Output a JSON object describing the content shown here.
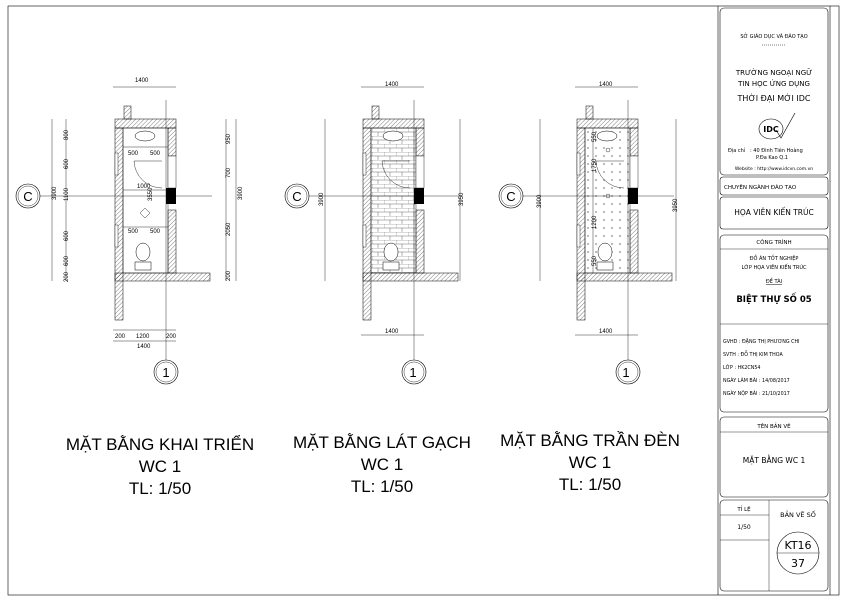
{
  "plans": [
    {
      "title": "MẶT BẰNG KHAI TRIỂN",
      "subtitle": "WC 1",
      "scale": "TL: 1/50",
      "grid_row": "C",
      "grid_col": "1",
      "dims": {
        "top": "1400",
        "left_total": "3900",
        "left": [
          "800",
          "600",
          "1100",
          "600",
          "600",
          "200"
        ],
        "right_total": "3900",
        "right": [
          "950",
          "700",
          "2050",
          "200"
        ],
        "inner": [
          "500",
          "500",
          "1000",
          "3550",
          "500",
          "500"
        ],
        "bottom": [
          "200",
          "1200",
          "200"
        ],
        "bottom_total": "1400"
      }
    },
    {
      "title": "MẶT BẰNG LÁT GẠCH",
      "subtitle": "WC 1",
      "scale": "TL: 1/50",
      "grid_row": "C",
      "grid_col": "1",
      "dims": {
        "top": "1400",
        "left_total": "3900",
        "right_total": "3950",
        "bottom_total": "1400"
      }
    },
    {
      "title": "MẶT BẰNG TRẦN ĐÈN",
      "subtitle": "WC 1",
      "scale": "TL: 1/50",
      "grid_row": "C",
      "grid_col": "1",
      "dims": {
        "top": "1400",
        "left_total": "3900",
        "right_total": "3950",
        "inner": [
          "550",
          "1750",
          "1200",
          "550"
        ],
        "bottom_total": "1400"
      }
    }
  ],
  "title_block": {
    "department": "SỞ GIÁO DỤC VÀ ĐÀO TẠO",
    "school_line1": "TRƯỜNG NGOẠI NGỮ",
    "school_line2": "TIN HỌC ỨNG DỤNG",
    "school_name": "THỜI ĐẠI MỚI IDC",
    "logo_text": "IDC",
    "address_label": "Địa chỉ",
    "address_line1": ": 40 Đinh Tiên Hoàng",
    "address_line2": "P.Đa Kao    Q.1",
    "website": "Website : http://www.idcvn.com.vn",
    "major_label": "CHUYÊN NGÀNH ĐÀO TẠO",
    "major": "HỌA VIÊN KIẾN TRÚC",
    "project_label": "CÔNG TRÌNH",
    "project_line1": "ĐỒ ÁN TỐT NGHIỆP",
    "project_line2": "LỚP HỌA VIÊN KIẾN TRÚC",
    "topic_label": "ĐỀ TÀI",
    "topic": "BIỆT THỰ SỐ 05",
    "info": [
      "GVHD  : ĐẶNG THỊ PHƯƠNG CHI",
      "SVTH   : ĐỖ THỊ KIM THOA",
      "LỚP      : HK2CN54",
      "NGÀY LÀM BÀI   : 14/08/2017",
      "NGÀY NỘP BÀI   : 21/10/2017"
    ],
    "drawing_name_label": "TÊN BẢN VẼ",
    "drawing_name": "MẶT BẰNG WC 1",
    "scale_label": "TỈ LỆ",
    "scale": "1/50",
    "sheet_label": "BẢN VẼ SỐ",
    "sheet_code": "KT16",
    "sheet_number": "37"
  }
}
